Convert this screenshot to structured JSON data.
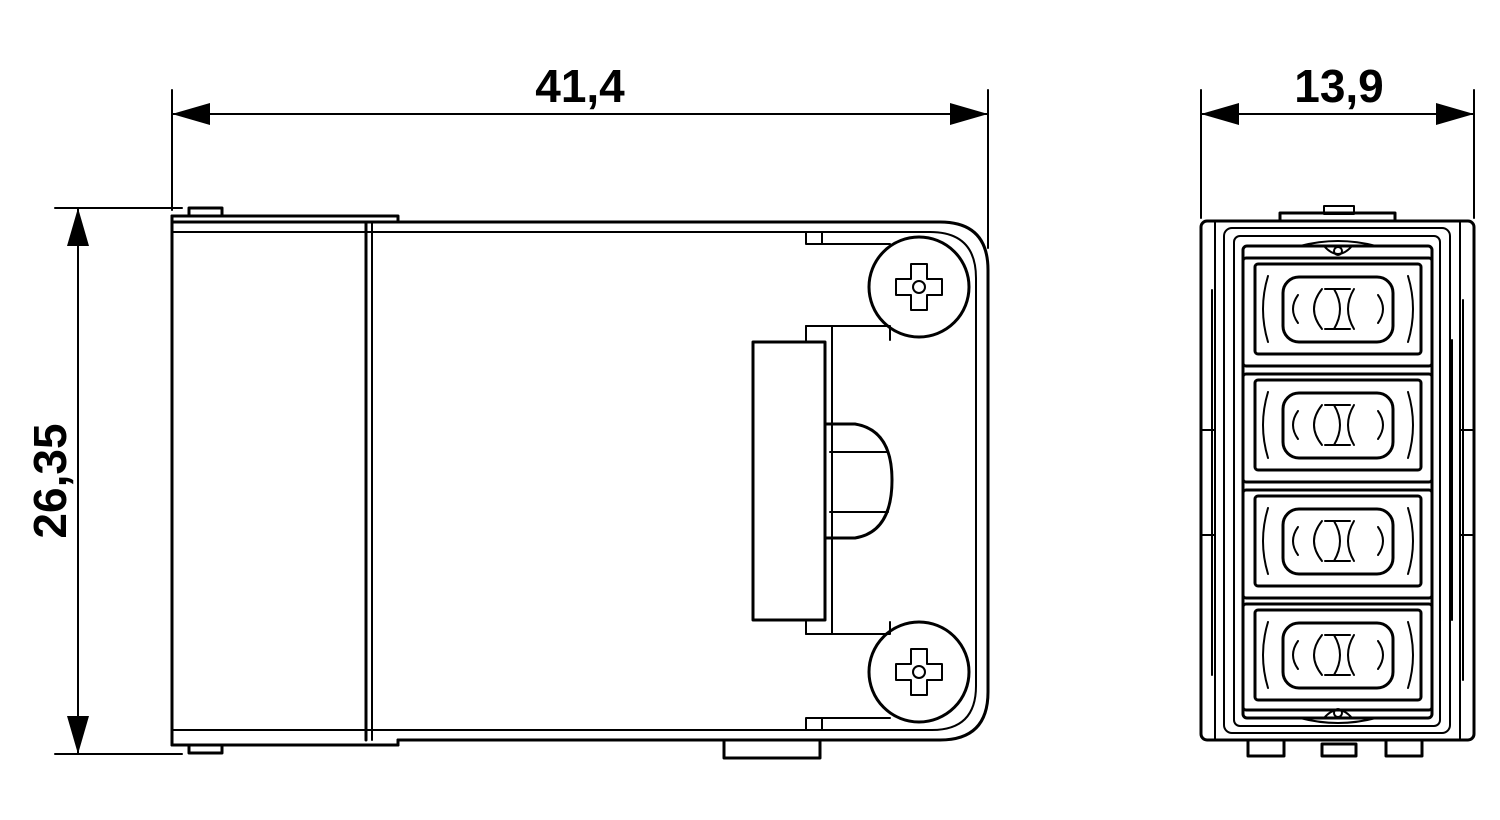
{
  "dimensions": {
    "width": "41,4",
    "height": "26,35",
    "depth": "13,9"
  },
  "views": {
    "side_view": {
      "screws": 2
    },
    "front_view": {
      "terminal_positions": 4
    }
  }
}
